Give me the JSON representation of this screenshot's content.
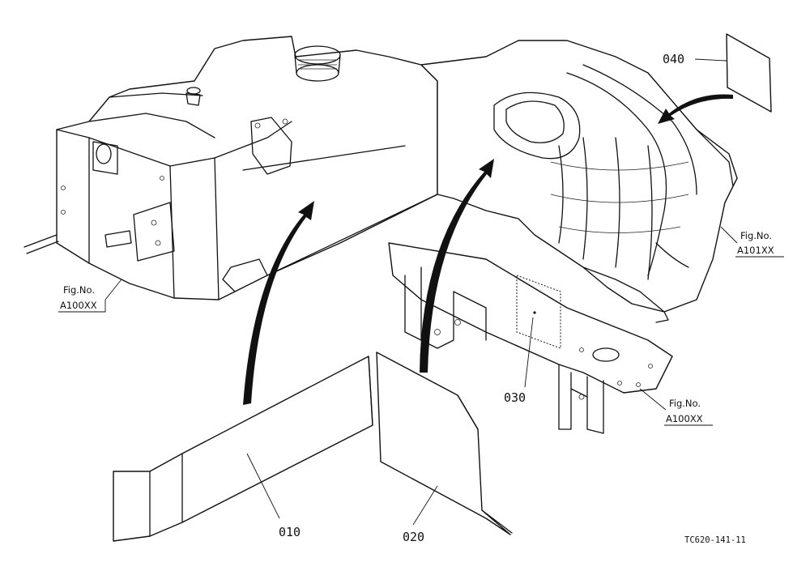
{
  "parts": [
    {
      "id": "010",
      "label": "010"
    },
    {
      "id": "020",
      "label": "020"
    },
    {
      "id": "030",
      "label": "030"
    },
    {
      "id": "040",
      "label": "040"
    }
  ],
  "fig_refs": [
    {
      "line1": "Fig.No.",
      "line2": "A100XX"
    },
    {
      "line1": "Fig.No.",
      "line2": "A101XX"
    },
    {
      "line1": "Fig.No.",
      "line2": "A100XX"
    }
  ],
  "drawing_code": "TC620-141-11"
}
